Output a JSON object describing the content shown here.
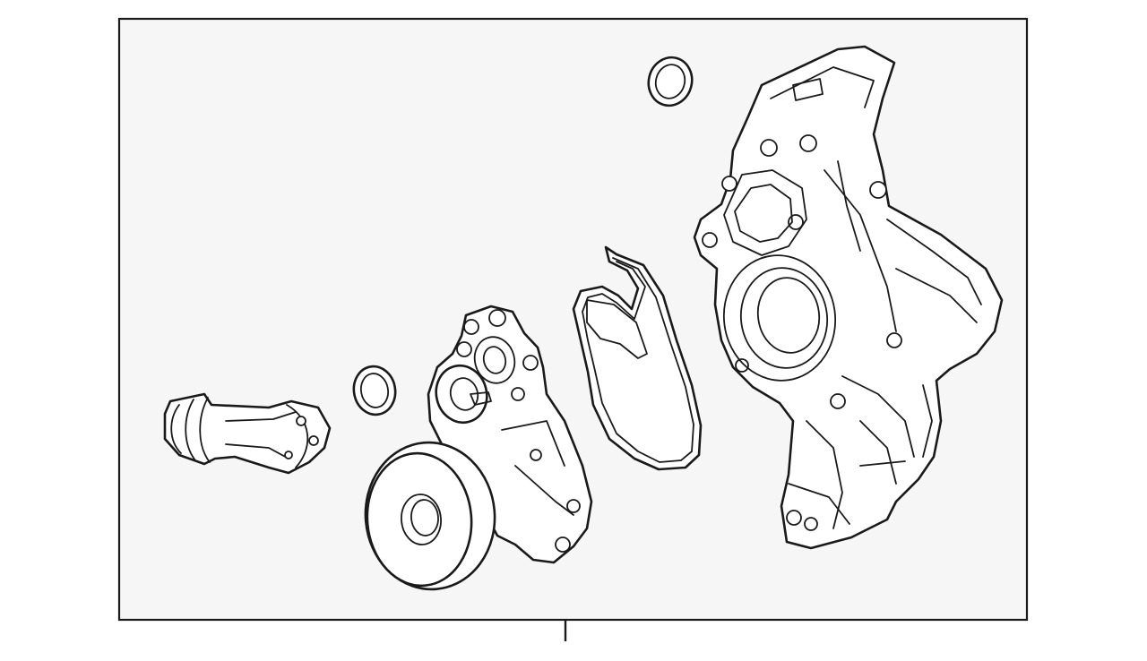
{
  "diagram": {
    "background_color": "#f6f6f6",
    "line_color": "#1a1a1a",
    "parts": [
      {
        "id": "outlet-pipe",
        "icon": "coolant-pipe-icon"
      },
      {
        "id": "small-o-ring",
        "icon": "o-ring-icon"
      },
      {
        "id": "water-pump",
        "icon": "water-pump-icon"
      },
      {
        "id": "pump-gasket",
        "icon": "gasket-icon"
      },
      {
        "id": "upper-o-ring",
        "icon": "o-ring-icon"
      },
      {
        "id": "pump-housing",
        "icon": "housing-icon"
      }
    ],
    "callout_label": ""
  }
}
